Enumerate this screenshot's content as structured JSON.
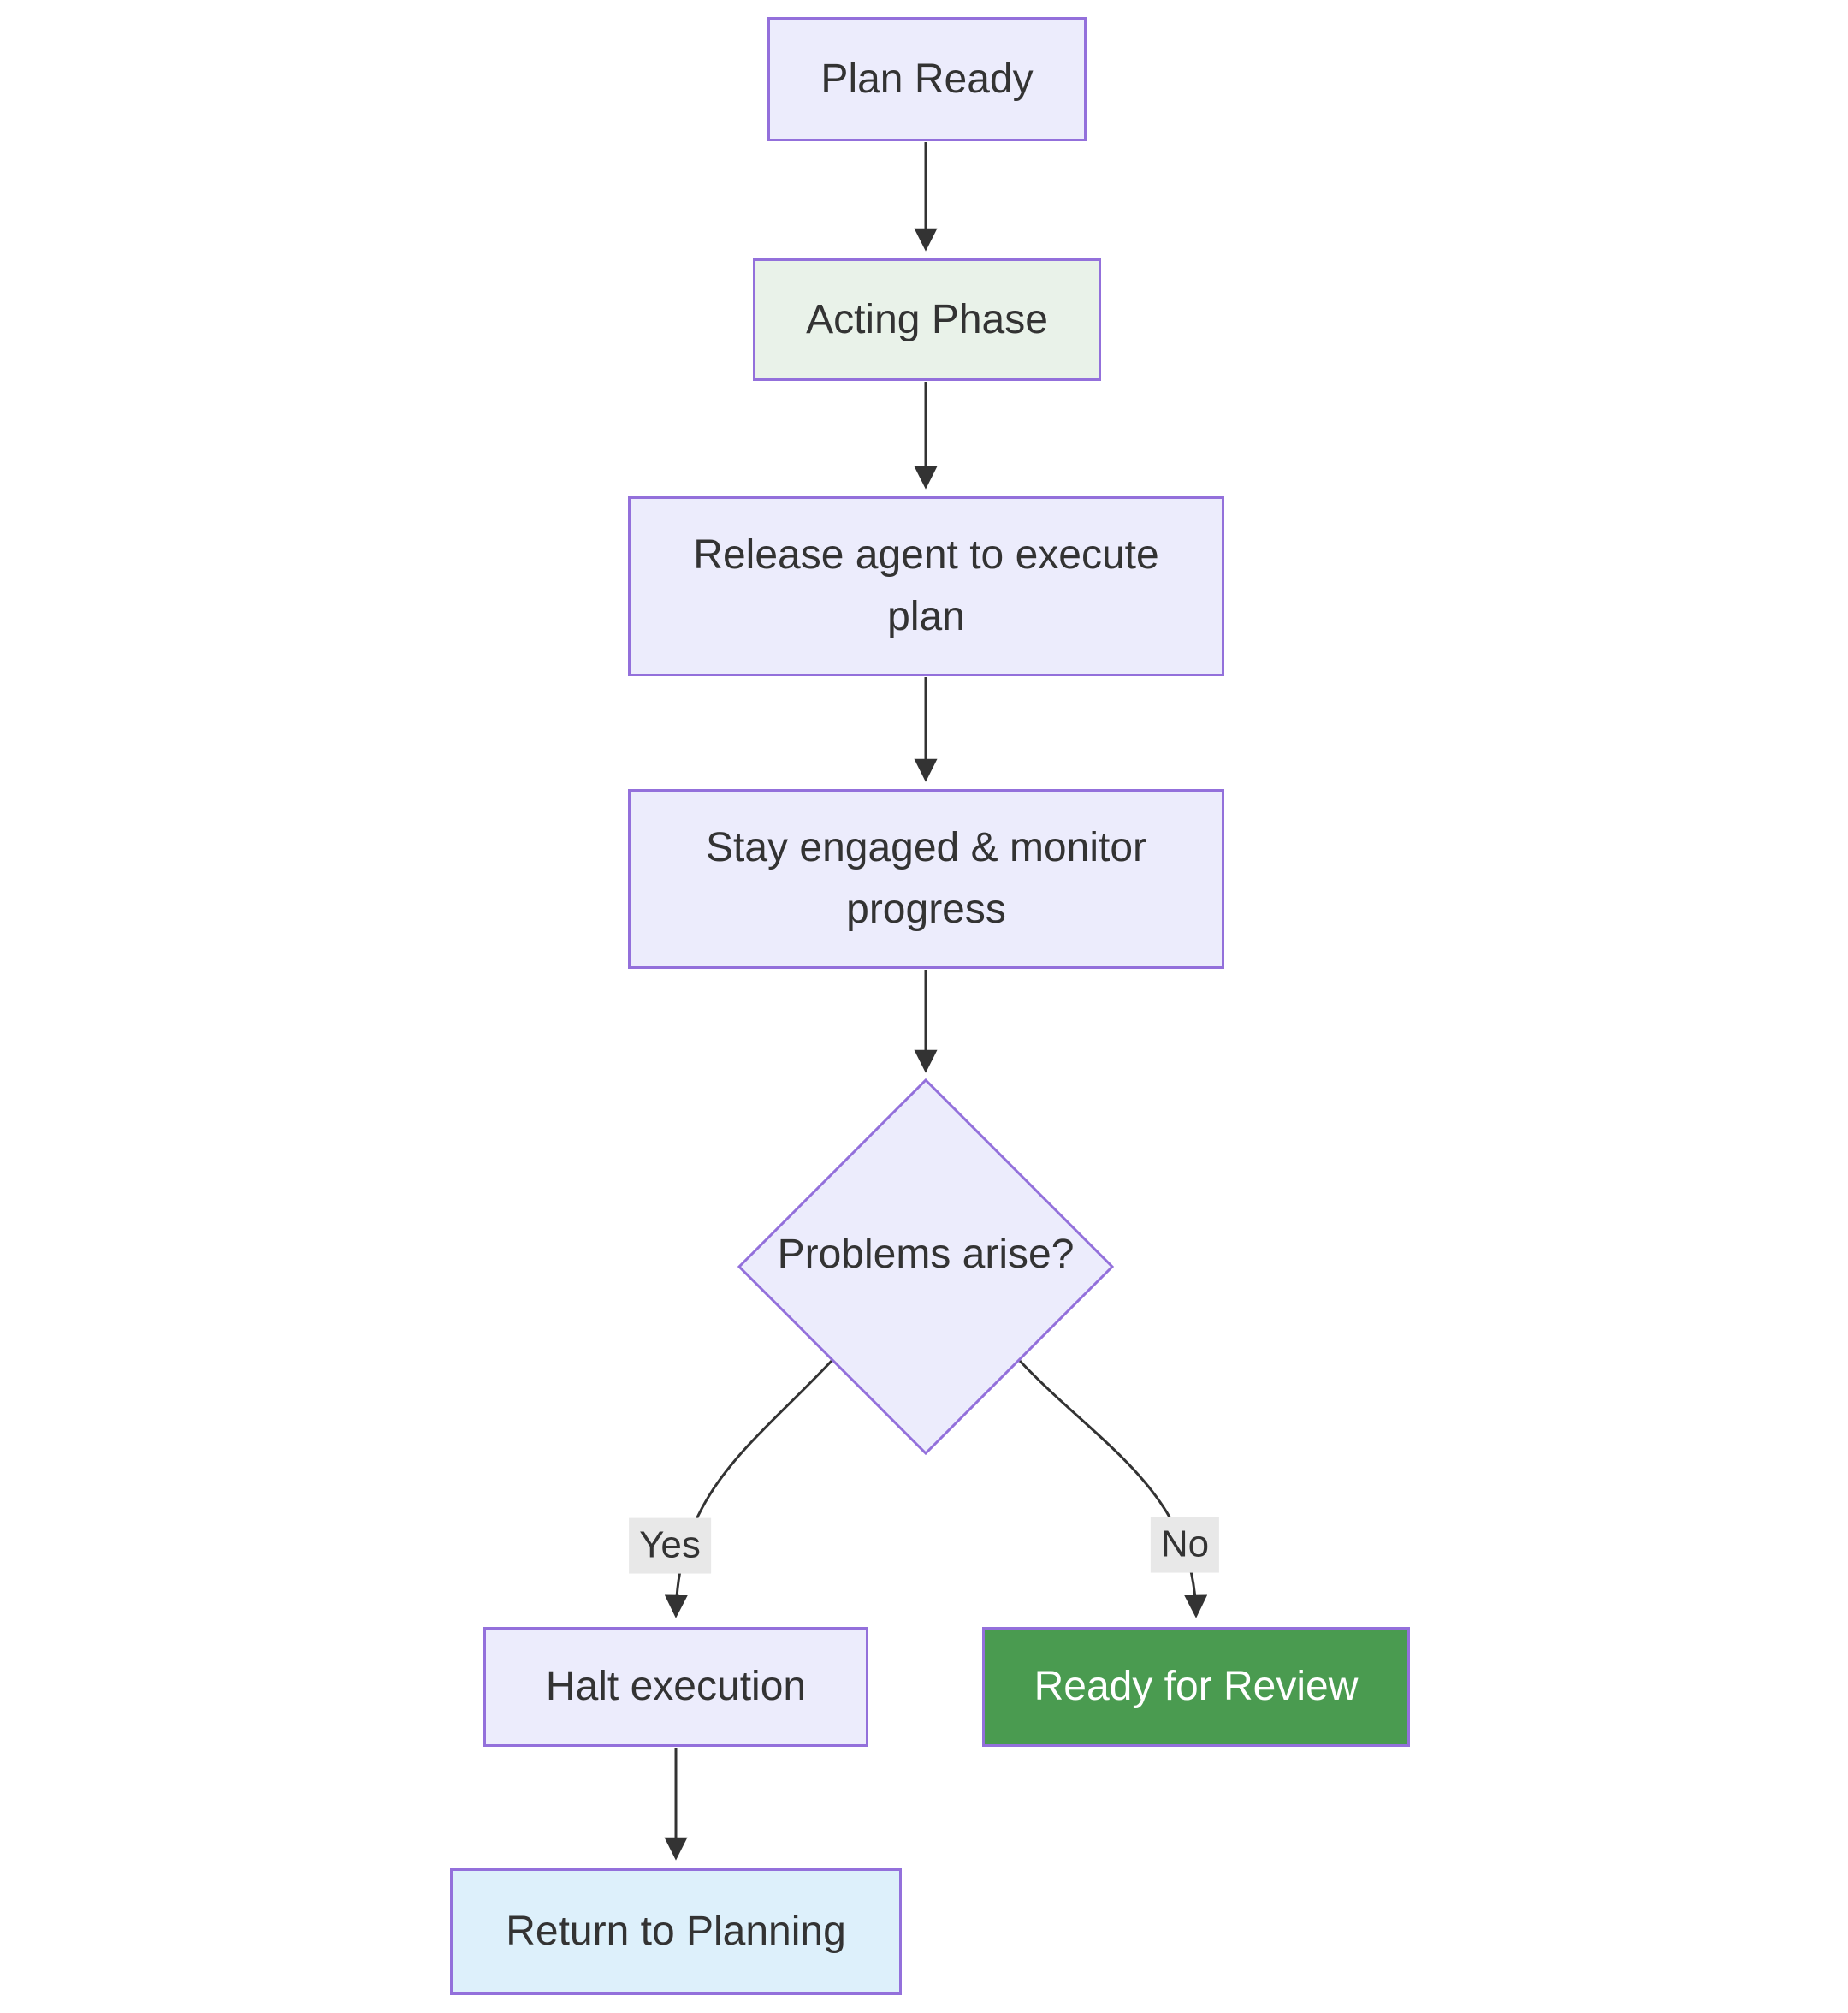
{
  "diagram": {
    "type": "flowchart",
    "background": "#ffffff",
    "nodes": {
      "plan_ready": {
        "label": "Plan Ready",
        "shape": "rect",
        "fill": "#ececfc",
        "border": "#9370db",
        "text": "#333333"
      },
      "acting_phase": {
        "label": "Acting Phase",
        "shape": "rect",
        "fill": "#e9f2e9",
        "border": "#9370db",
        "text": "#333333"
      },
      "release_agent": {
        "label": "Release agent to execute plan",
        "shape": "rect",
        "fill": "#ececfc",
        "border": "#9370db",
        "text": "#333333"
      },
      "monitor": {
        "label": "Stay engaged & monitor progress",
        "shape": "rect",
        "fill": "#ececfc",
        "border": "#9370db",
        "text": "#333333"
      },
      "decision": {
        "label": "Problems arise?",
        "shape": "diamond",
        "fill": "#ececfc",
        "border": "#9370db",
        "text": "#333333"
      },
      "halt": {
        "label": "Halt execution",
        "shape": "rect",
        "fill": "#ececfc",
        "border": "#9370db",
        "text": "#333333"
      },
      "review": {
        "label": "Ready for Review",
        "shape": "rect",
        "fill": "#4a9b50",
        "border": "#9370db",
        "text": "#ffffff"
      },
      "return_planning": {
        "label": "Return to Planning",
        "shape": "rect",
        "fill": "#ddf0fb",
        "border": "#9370db",
        "text": "#333333"
      }
    },
    "edges": [
      {
        "from": "plan_ready",
        "to": "acting_phase",
        "label": ""
      },
      {
        "from": "acting_phase",
        "to": "release_agent",
        "label": ""
      },
      {
        "from": "release_agent",
        "to": "monitor",
        "label": ""
      },
      {
        "from": "monitor",
        "to": "decision",
        "label": ""
      },
      {
        "from": "decision",
        "to": "halt",
        "label": "Yes"
      },
      {
        "from": "decision",
        "to": "review",
        "label": "No"
      },
      {
        "from": "halt",
        "to": "return_planning",
        "label": ""
      }
    ],
    "edge_labels": {
      "yes": "Yes",
      "no": "No"
    },
    "colors": {
      "edge_stroke": "#333333",
      "edge_label_bg": "#e8e8e8",
      "node_border": "#9370db",
      "default_node_fill": "#ececfc",
      "acting_fill": "#e9f2e9",
      "review_fill": "#4a9b50",
      "review_text": "#ffffff",
      "return_fill": "#ddf0fb"
    }
  }
}
